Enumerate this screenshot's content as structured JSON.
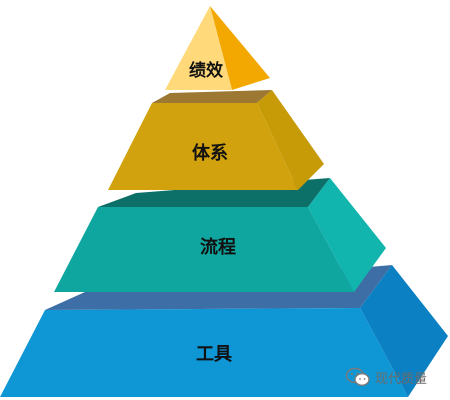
{
  "diagram": {
    "tiers": [
      {
        "id": "top",
        "label": "绩效",
        "colors": {
          "front": "#FFD97A",
          "side": "#F2A800",
          "top": "#FFE9A6"
        }
      },
      {
        "id": "upper",
        "label": "体系",
        "colors": {
          "front": "#D1A20D",
          "side": "#C79A08",
          "top": "#9C7832"
        }
      },
      {
        "id": "middle",
        "label": "流程",
        "colors": {
          "front": "#0FA6A0",
          "side": "#12B5AE",
          "top": "#0D7068"
        }
      },
      {
        "id": "base",
        "label": "工具",
        "colors": {
          "front": "#0F96D5",
          "side": "#0B80C2",
          "top": "#3E6EA6"
        }
      }
    ]
  },
  "watermark": {
    "text": "现代质量",
    "icon": "wechat-icon"
  }
}
